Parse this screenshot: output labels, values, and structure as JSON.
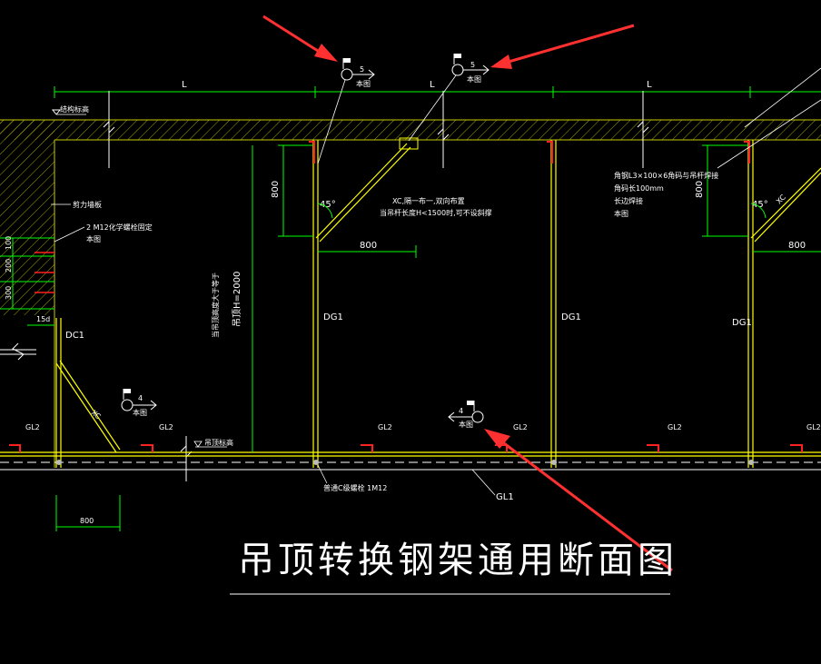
{
  "colors": {
    "background": "#000000",
    "slab": "#c8c800",
    "column": "#ffff00",
    "dimension": "#00ff00",
    "cut": "#ff2020",
    "text": "#ffffff",
    "arrow": "#ff3030"
  },
  "drawing": {
    "title": "吊顶转换钢架通用断面图",
    "span_labels": [
      "L",
      "L",
      "L"
    ],
    "elevation_label": "结构标高",
    "section_marks": [
      {
        "num": "5",
        "ref": "本图"
      },
      {
        "num": "5",
        "ref": "本图"
      },
      {
        "num": "4",
        "ref": "本图"
      },
      {
        "num": "4",
        "ref": "本图"
      }
    ],
    "note_brace": "XC,隔一布一,双向布置",
    "note_brace_2": "当吊杆长度H<1500时,可不设斜撑",
    "note_angle_lines": [
      "角钢L3×100×6角码与吊杆焊接",
      "角码长100mm",
      "长边焊接",
      "本图"
    ],
    "note_anchor": "2 M12化学螺栓固定",
    "note_anchor_ref": "本图",
    "note_wall": "剪力墙板",
    "note_height_1": "当吊顶高度大于等于",
    "note_height_2": "吊顶H=2000",
    "dims": {
      "vertical_800": "800",
      "horizontal_800": "800",
      "bottom_800": "800",
      "d100": "100",
      "d200": "200",
      "d300": "300",
      "d15d": "15d"
    },
    "angle": "45°",
    "xc": "XC",
    "members": {
      "dg": "DG1",
      "dc": "DC1",
      "gl1": "GL1",
      "gl2": "GL2"
    },
    "bolt_note": "普通C级螺栓 1M12",
    "level_mark": "吊顶标高"
  }
}
